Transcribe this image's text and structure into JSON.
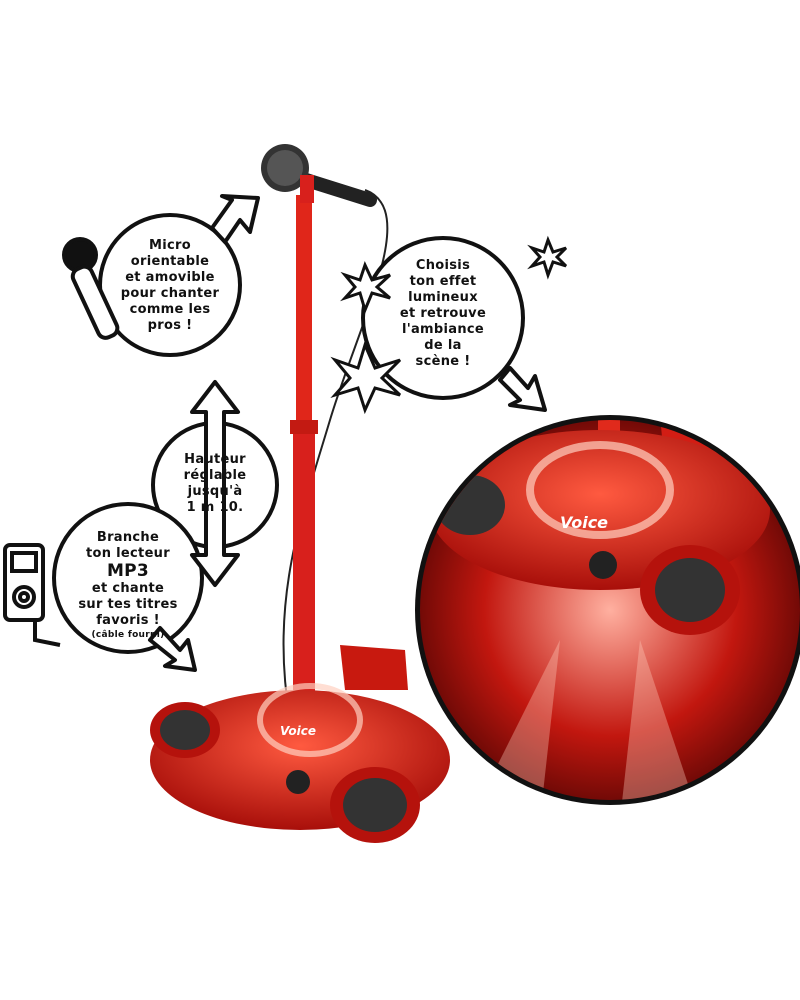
{
  "callouts": {
    "micro": {
      "lines": [
        "Micro",
        "orientable",
        "et amovible",
        "pour chanter",
        "comme les",
        "pros !"
      ]
    },
    "height": {
      "lines": [
        "Hauteur",
        "réglable",
        "jusqu'à",
        "1 m 10."
      ]
    },
    "mp3": {
      "lines": [
        "Branche",
        "ton lecteur",
        "MP3",
        "et chante",
        "sur tes titres",
        "favoris !",
        "(câble fourni)"
      ]
    },
    "lights": {
      "lines": [
        "Choisis",
        "ton effet",
        "lumineux",
        "et retrouve",
        "l'ambiance",
        "de la",
        "scène !"
      ]
    }
  },
  "product": {
    "logo": "Voice"
  },
  "colors": {
    "red": "#d8201c",
    "dark_red": "#8a0c0a",
    "black": "#111111",
    "light": "#ffd966"
  }
}
